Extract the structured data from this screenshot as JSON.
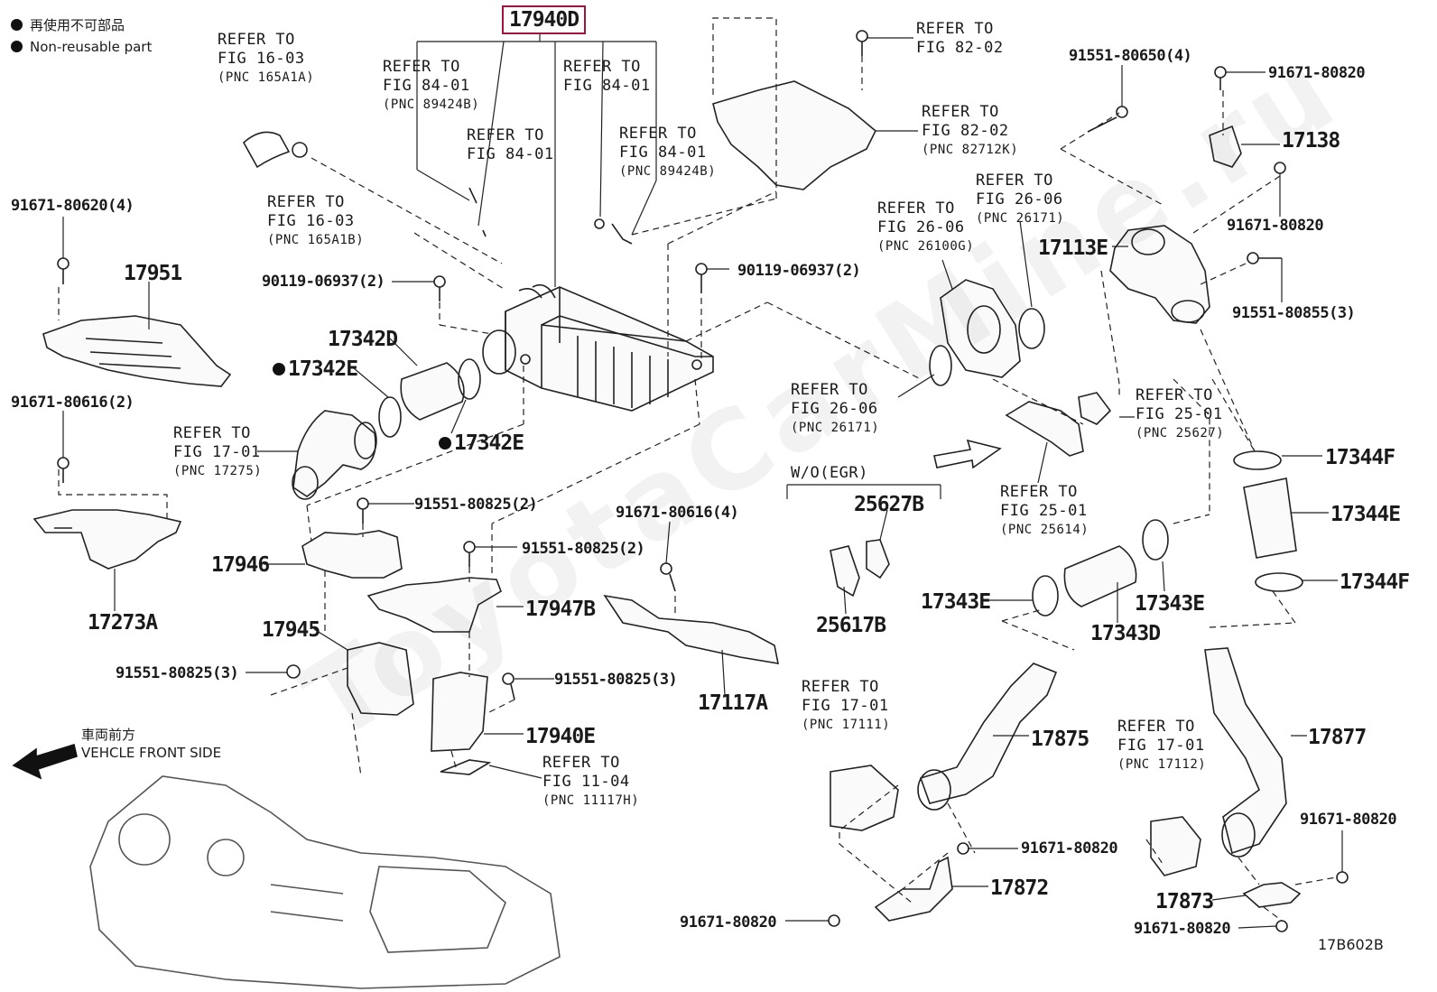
{
  "legend": {
    "jp": "再使用不可部品",
    "en": "Non-reusable part"
  },
  "highlight_part": "17940D",
  "front_label": {
    "jp": "車両前方",
    "en": "VEHCLE FRONT SIDE"
  },
  "diagram_code": "17B602B",
  "watermark_text": "ToyotaCarMine.ru",
  "accent_color": "#a3143c",
  "refs": {
    "fig16_03_a": {
      "l1": "REFER TO",
      "l2": "FIG 16-03",
      "pnc": "(PNC 165A1A)"
    },
    "fig16_03_b": {
      "l1": "REFER TO",
      "l2": "FIG 16-03",
      "pnc": "(PNC 165A1B)"
    },
    "fig84_01_a": {
      "l1": "REFER TO",
      "l2": "FIG 84-01",
      "pnc": "(PNC 89424B)"
    },
    "fig84_01_b": {
      "l1": "REFER TO",
      "l2": "FIG 84-01"
    },
    "fig84_01_c": {
      "l1": "REFER TO",
      "l2": "FIG 84-01"
    },
    "fig84_01_d": {
      "l1": "REFER TO",
      "l2": "FIG 84-01",
      "pnc": "(PNC 89424B)"
    },
    "fig82_02_a": {
      "l1": "REFER TO",
      "l2": "FIG 82-02"
    },
    "fig82_02_b": {
      "l1": "REFER TO",
      "l2": "FIG 82-02",
      "pnc": "(PNC 82712K)"
    },
    "fig26_06_a": {
      "l1": "REFER TO",
      "l2": "FIG 26-06",
      "pnc": "(PNC 26100G)"
    },
    "fig26_06_b": {
      "l1": "REFER TO",
      "l2": "FIG 26-06",
      "pnc": "(PNC 26171)"
    },
    "fig26_06_c": {
      "l1": "REFER TO",
      "l2": "FIG 26-06",
      "pnc": "(PNC 26171)"
    },
    "fig17_01_a": {
      "l1": "REFER TO",
      "l2": "FIG 17-01",
      "pnc": "(PNC 17275)"
    },
    "fig25_01_a": {
      "l1": "REFER TO",
      "l2": "FIG 25-01",
      "pnc": "(PNC 25627)"
    },
    "fig25_01_b": {
      "l1": "REFER TO",
      "l2": "FIG 25-01",
      "pnc": "(PNC 25614)"
    },
    "fig11_04": {
      "l1": "REFER TO",
      "l2": "FIG 11-04",
      "pnc": "(PNC 11117H)"
    },
    "fig17_01_b": {
      "l1": "REFER TO",
      "l2": "FIG 17-01",
      "pnc": "(PNC 17111)"
    },
    "fig17_01_c": {
      "l1": "REFER TO",
      "l2": "FIG 17-01",
      "pnc": "(PNC 17112)"
    }
  },
  "parts": {
    "p91551_80650": "91551-80650(4)",
    "p91671_80820_a": "91671-80820",
    "p17138": "17138",
    "p91671_80820_b": "91671-80820",
    "p17113E": "17113E",
    "p91551_80855": "91551-80855(3)",
    "p91671_80620": "91671-80620(4)",
    "p17951": "17951",
    "p90119_a": "90119-06937(2)",
    "p90119_b": "90119-06937(2)",
    "p17342D": "17342D",
    "p17342E_a": "17342E",
    "p17342E_b": "17342E",
    "p91671_80616_a": "91671-80616(2)",
    "p91551_80825_a": "91551-80825(2)",
    "p17946": "17946",
    "p17273A": "17273A",
    "p91551_80825_b": "91551-80825(2)",
    "p91671_80616_b": "91671-80616(4)",
    "p17947B": "17947B",
    "p17945": "17945",
    "p91551_80825_c": "91551-80825(3)",
    "p91551_80825_d": "91551-80825(3)",
    "p17117A": "17117A",
    "p17940E": "17940E",
    "p17344F_a": "17344F",
    "p17344E": "17344E",
    "p17344F_b": "17344F",
    "p25627B": "25627B",
    "p25617B": "25617B",
    "p17343E_a": "17343E",
    "p17343E_b": "17343E",
    "p17343D": "17343D",
    "p17875": "17875",
    "p17877": "17877",
    "p91671_80820_c": "91671-80820",
    "p17872": "17872",
    "p91671_80820_d": "91671-80820",
    "p91671_80820_e": "91671-80820",
    "p17873": "17873",
    "p91671_80820_f": "91671-80820"
  },
  "wo_egr": "W/O(EGR)"
}
